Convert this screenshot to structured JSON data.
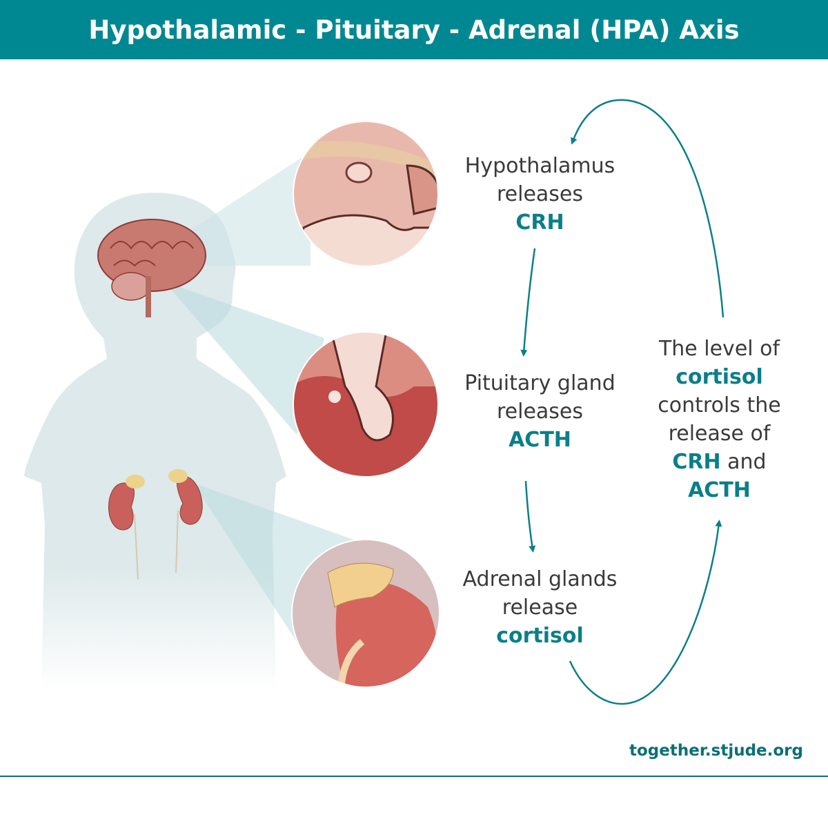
{
  "header": {
    "title": "Hypothalamic - Pituitary - Adrenal (HPA) Axis"
  },
  "steps": [
    {
      "line1": "Hypothalamus",
      "line2": "releases",
      "hormone": "CRH"
    },
    {
      "line1": "Pituitary gland",
      "line2": "releases",
      "hormone": "ACTH"
    },
    {
      "line1": "Adrenal glands",
      "line2": "release",
      "hormone": "cortisol"
    }
  ],
  "feedback": {
    "line1": "The level of",
    "hl1": "cortisol",
    "line2": "controls the",
    "line3": "release of",
    "hl2": "CRH",
    "and": " and",
    "hl3": "ACTH"
  },
  "footer": {
    "url": "together.stjude.org"
  },
  "colors": {
    "header": "#008892",
    "accent": "#0a7f8a",
    "text": "#3a3a3a"
  }
}
